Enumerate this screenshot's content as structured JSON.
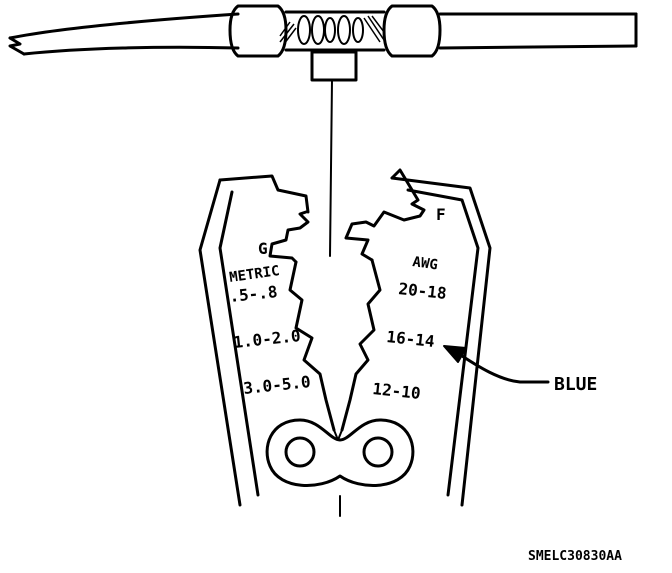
{
  "labels": {
    "die_g": "G",
    "die_f": "F",
    "metric_heading": "METRIC",
    "awg_heading": "AWG",
    "metric_sizes": [
      ".5-.8",
      "1.0-2.0",
      "3.0-5.0"
    ],
    "awg_sizes": [
      "20-18",
      "16-14",
      "12-10"
    ],
    "callout": "BLUE",
    "figure_id": "SMELC30830AA"
  },
  "colors": {
    "ink": "#000000",
    "paper": "#ffffff"
  }
}
